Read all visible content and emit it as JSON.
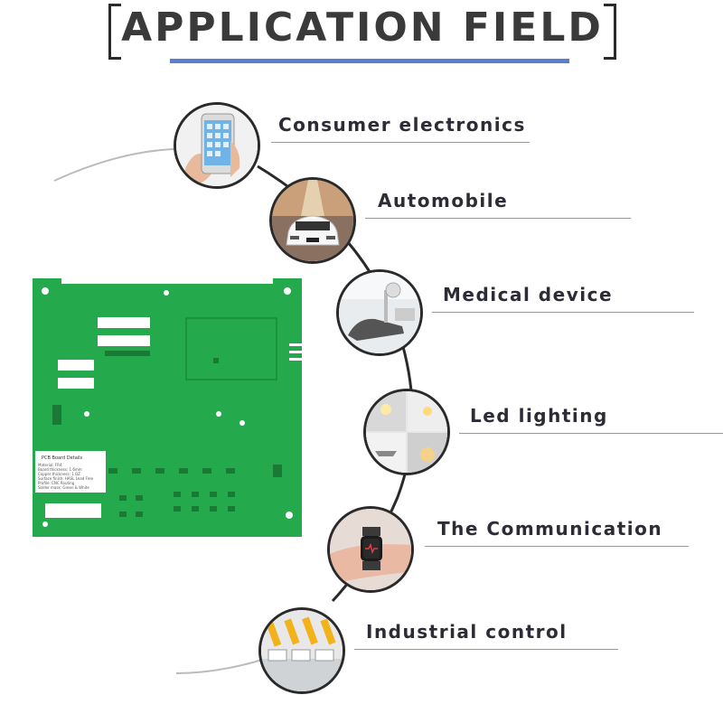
{
  "title": "APPLICATION FIELD",
  "colors": {
    "accent": "#5b7fd0",
    "pcb": "#23a84c",
    "text": "#2c2c36"
  },
  "pcb_label": {
    "heading": "PCB Board Details",
    "lines": [
      "Material: FR4",
      "Board thickness: 1.6mm",
      "Copper thickness: 1 OZ",
      "Surface finish: HASL Lead Free",
      "Profile: CNC Routing",
      "Solder mask: Green & White"
    ]
  },
  "applications": [
    {
      "label": "Consumer electronics",
      "icon": "smartphone-icon"
    },
    {
      "label": "Automobile",
      "icon": "car-icon"
    },
    {
      "label": "Medical device",
      "icon": "dental-chair-icon"
    },
    {
      "label": "Led lighting",
      "icon": "ceiling-lamp-icon"
    },
    {
      "label": "The Communication",
      "icon": "smartwatch-icon"
    },
    {
      "label": "Industrial control",
      "icon": "robot-arm-icon"
    }
  ]
}
